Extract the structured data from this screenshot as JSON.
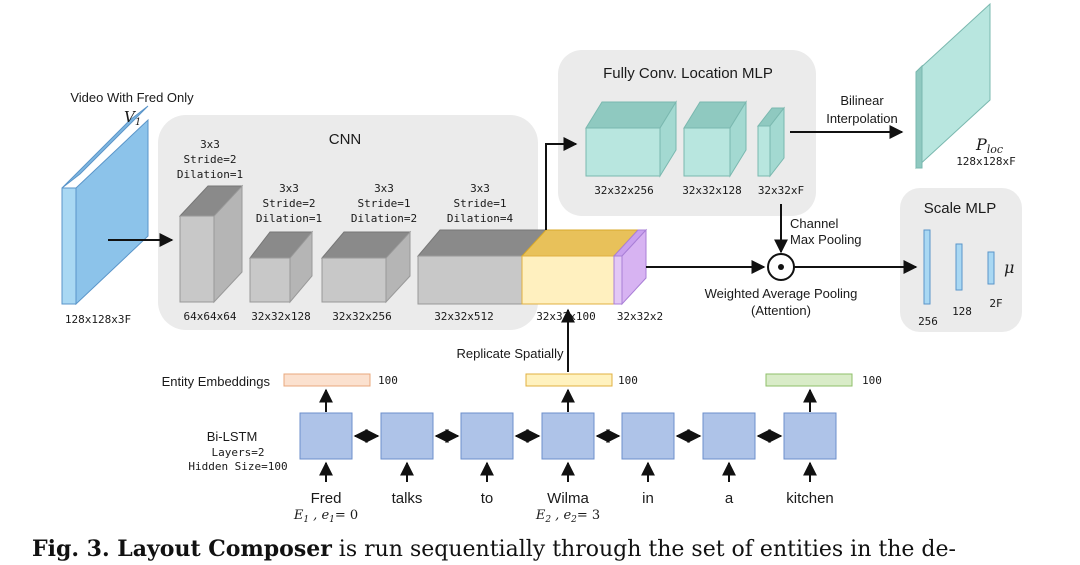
{
  "video": {
    "title": "Video With Fred Only",
    "symbol": "V",
    "sub": "1",
    "dims": "128x128x3F"
  },
  "cnn": {
    "title": "CNN",
    "layers": [
      {
        "params": [
          "3x3",
          "Stride=2",
          "Dilation=1"
        ],
        "dims": "64x64x64"
      },
      {
        "params": [
          "3x3",
          "Stride=2",
          "Dilation=1"
        ],
        "dims": "32x32x128"
      },
      {
        "params": [
          "3x3",
          "Stride=1",
          "Dilation=2"
        ],
        "dims": "32x32x256"
      },
      {
        "params": [
          "3x3",
          "Stride=1",
          "Dilation=4"
        ],
        "dims": "32x32x512"
      }
    ],
    "attn_dims": "32x32x100",
    "out_dims": "32x32x2"
  },
  "location_mlp": {
    "title": "Fully Conv. Location MLP",
    "dims": [
      "32x32x256",
      "32x32x128",
      "32x32xF"
    ]
  },
  "bilinear": {
    "line1": "Bilinear",
    "line2": "Interpolation"
  },
  "ploc": {
    "symbol": "P",
    "sub": "loc",
    "dims": "128x128xF"
  },
  "channel_pool": {
    "line1": "Channel",
    "line2": "Max Pooling"
  },
  "weighted_pool": {
    "line1": "Weighted Average Pooling",
    "line2": "(Attention)"
  },
  "scale_mlp": {
    "title": "Scale MLP",
    "dims": [
      "256",
      "128",
      "2F"
    ],
    "mu": "μ"
  },
  "replicate": "Replicate Spatially",
  "entity_embeddings": {
    "label": "Entity Embeddings",
    "dims": [
      "100",
      "100",
      "100"
    ]
  },
  "lstm": {
    "label": "Bi-LSTM",
    "layers": "Layers=2",
    "hidden": "Hidden Size=100"
  },
  "words": [
    "Fred",
    "talks",
    "to",
    "Wilma",
    "in",
    "a",
    "kitchen"
  ],
  "entities": [
    {
      "E": "E",
      "sub": "1",
      "e": "e",
      "esub": "1",
      "value": "= 0"
    },
    {
      "E": "E",
      "sub": "2",
      "e": "e",
      "esub": "2",
      "value": "= 3"
    }
  ],
  "caption": {
    "bold": "Fig. 3. Layout Composer",
    "rest": " is run sequentially through the set of entities in the de-"
  },
  "colors": {
    "panel": "#ebebeb",
    "video_blue": "#a9d8f3",
    "cnn_grey": "#c8c8c8",
    "attention_yellow": "#fff0bf",
    "purple": "#e3c8f5",
    "teal": "#b8e6df",
    "lstm_blue": "#aec3e8",
    "embed_orange": "#fbe1cf",
    "embed_yellow": "#fff2bf",
    "embed_green": "#d9ecc8"
  }
}
